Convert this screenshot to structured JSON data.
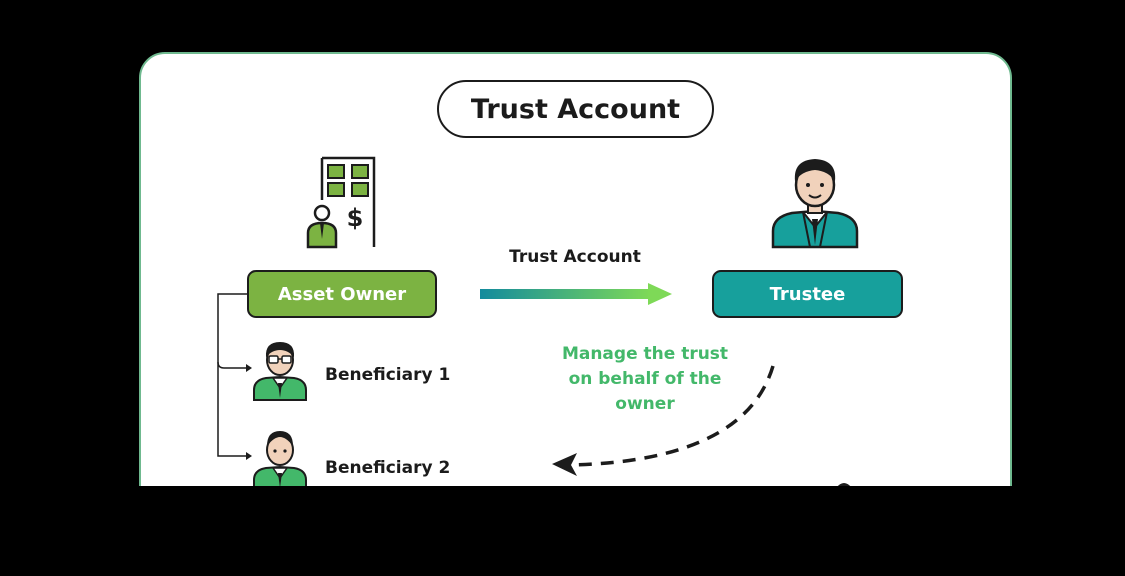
{
  "title": "Trust Account",
  "flow_label": "Trust Account",
  "asset_owner": {
    "label": "Asset Owner",
    "color": "#7cb342"
  },
  "trustee": {
    "label": "Trustee",
    "color": "#17a09c"
  },
  "manage_note": {
    "lines": [
      "Manage the trust",
      "on behalf of the",
      "owner"
    ],
    "color": "#43b86a"
  },
  "beneficiaries": [
    {
      "label": "Beneficiary 1"
    },
    {
      "label": "Beneficiary 2"
    }
  ],
  "icons": {
    "owner": "building-owner-dollar-icon",
    "trustee": "trustee-person-icon",
    "beneficiary": "beneficiary-person-icon"
  },
  "owner_icon_glyph": "$"
}
